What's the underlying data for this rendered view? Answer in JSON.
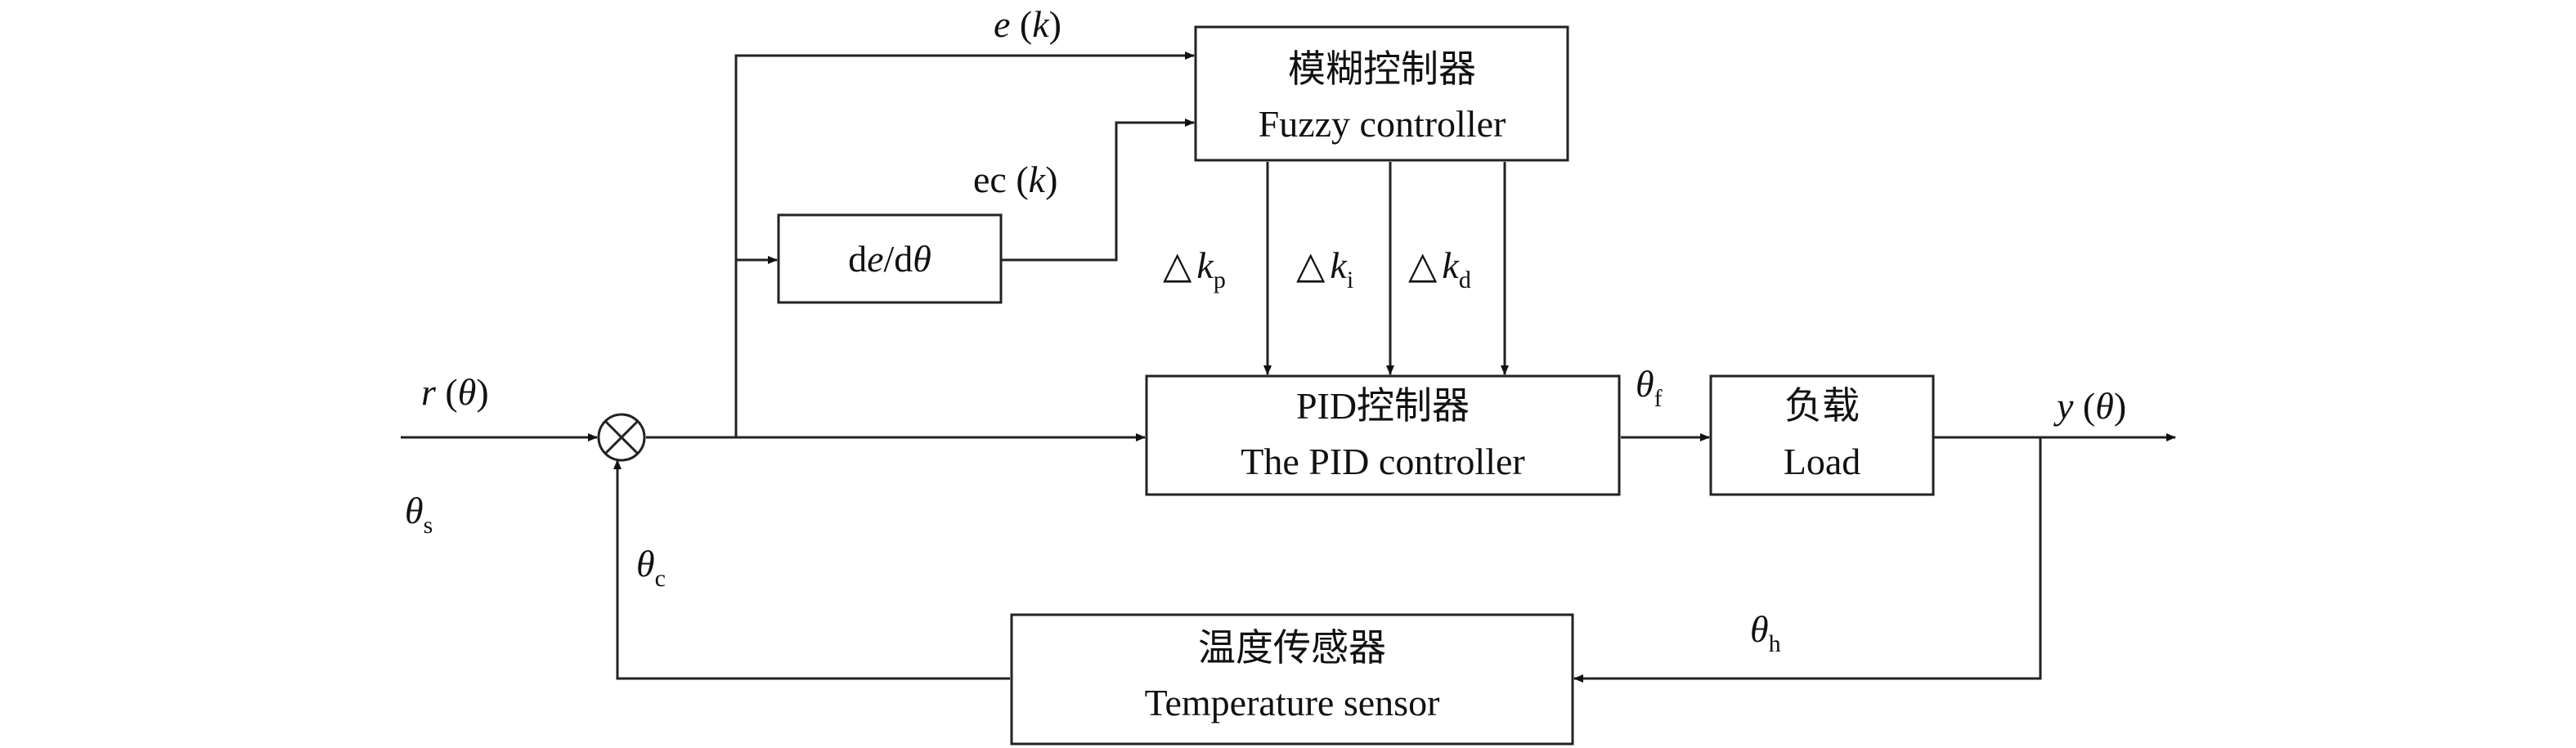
{
  "diagram": {
    "blocks": {
      "fuzzy": {
        "line1": "模糊控制器",
        "line2": "Fuzzy controller"
      },
      "derivative": {
        "d1": "d",
        "e": "e",
        "d2": "/d",
        "theta": "θ"
      },
      "pid": {
        "line1": "PID控制器",
        "line2": "The PID controller"
      },
      "load": {
        "line1": "负载",
        "line2": "Load"
      },
      "sensor": {
        "line1": "温度传感器",
        "line2": "Temperature sensor"
      }
    },
    "signals": {
      "e_k": {
        "var": "e",
        "open": " (",
        "k": "k",
        "close": ")"
      },
      "ec_k": {
        "var": "ec",
        "open": " (",
        "k": "k",
        "close": ")"
      },
      "r_theta": {
        "var": "r",
        "open": " (",
        "theta": "θ",
        "close": ")"
      },
      "y_theta": {
        "var": "y",
        "open": " (",
        "theta": "θ",
        "close": ")"
      },
      "theta_s": {
        "base": "θ",
        "sub": "s"
      },
      "theta_c": {
        "base": "θ",
        "sub": "c"
      },
      "theta_f": {
        "base": "θ",
        "sub": "f"
      },
      "theta_h": {
        "base": "θ",
        "sub": "h"
      },
      "delta_kp": {
        "delta": "△",
        "k": "k",
        "sub": "p"
      },
      "delta_ki": {
        "delta": "△",
        "k": "k",
        "sub": "i"
      },
      "delta_kd": {
        "delta": "△",
        "k": "k",
        "sub": "d"
      }
    }
  }
}
